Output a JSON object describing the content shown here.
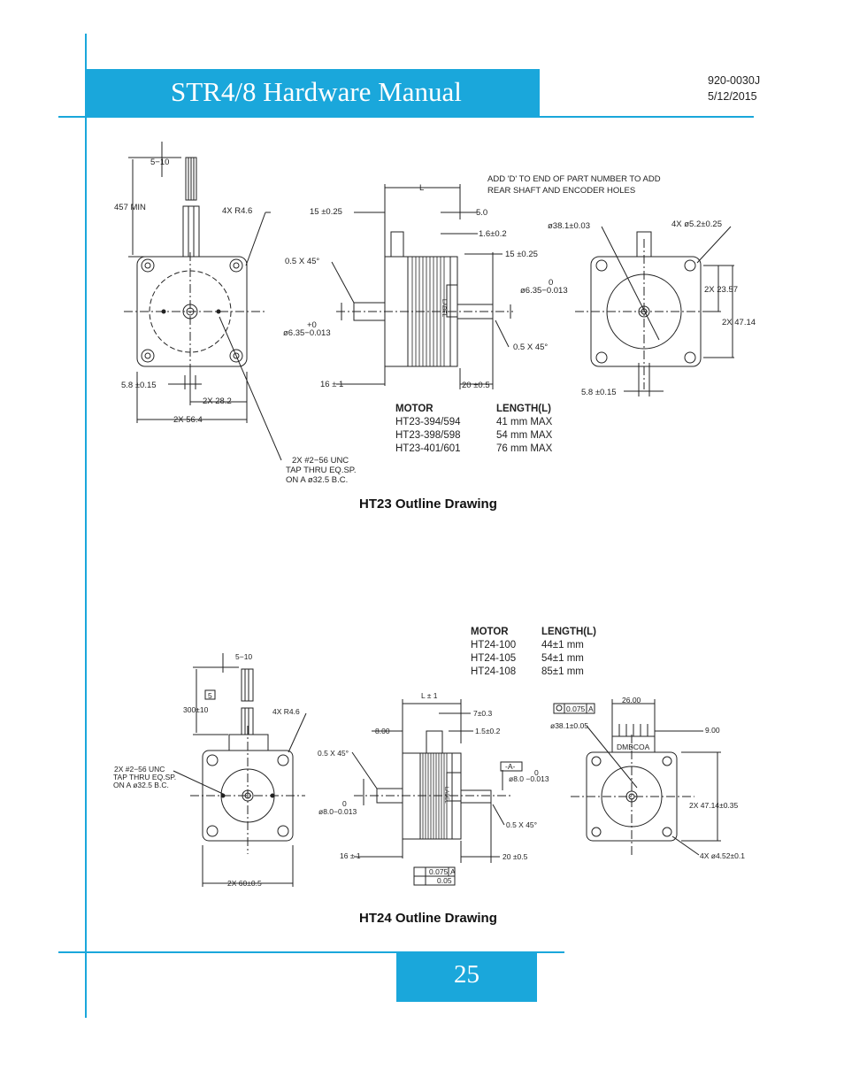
{
  "header": {
    "title": "STR4/8 Hardware Manual",
    "doc_number": "920-0030J",
    "date": "5/12/2015"
  },
  "ht23": {
    "caption": "HT23 Outline Drawing",
    "note_line1": "ADD 'D' TO END OF PART NUMBER TO ADD",
    "note_line2": "REAR SHAFT AND ENCODER HOLES",
    "dims": {
      "lead_5_10": "5−10",
      "lead_457": "457 MIN",
      "radius": "4X R4.6",
      "d_5_8": "5.8 ±0.15",
      "d_28_2": "2X 28.2",
      "d_56_4": "2X 56.4",
      "tap1": "2X #2−56 UNC",
      "tap2": "TAP THRU EQ.SP.",
      "tap3": "ON A ø32.5 B.C.",
      "len_L": "L",
      "d_15_left": "15 ±0.25",
      "d_5_0": "5.0",
      "d_1_6": "1.6±0.2",
      "d_15_right": "15 ±0.25",
      "chamfer_left": "0.5 X 45°",
      "shaft_right_0": "0",
      "shaft_right": "ø6.35−0.013",
      "shaft_left_0": "+0",
      "shaft_left": "ø6.35−0.013",
      "chamfer_right": "0.5 X 45°",
      "d_16": "16 ± 1",
      "d_20": "20 ±0.5",
      "label": "LABEL",
      "pilot": "ø38.1±0.03",
      "holes": "4X ø5.2±0.25",
      "d_23_57": "2X 23.57",
      "d_47_14": "2X 47.14",
      "d_5_8_right": "5.8 ±0.15"
    },
    "table": {
      "col1": "MOTOR",
      "col2": "LENGTH(L)",
      "rows": [
        {
          "motor": "HT23-394/594",
          "length": "41 mm MAX"
        },
        {
          "motor": "HT23-398/598",
          "length": "54 mm MAX"
        },
        {
          "motor": "HT23-401/601",
          "length": "76 mm MAX"
        }
      ]
    }
  },
  "ht24": {
    "caption": "HT24 Outline Drawing",
    "dims": {
      "lead_5_10": "5−10",
      "box5": "5",
      "lead_300": "300±10",
      "radius": "4X R4.6",
      "tap1": "2X #2−56 UNC",
      "tap2": "TAP THRU EQ.SP.",
      "tap3": "ON A ø32.5 B.C.",
      "d_60": "2X 60±0.5",
      "len_L": "L ± 1",
      "d_7": "7±0.3",
      "d_8": "8.00",
      "d_1_5": "1.5±0.2",
      "chamfer_left": "0.5 X 45°",
      "datum_a": "-A-",
      "shaft_right_0": "0",
      "shaft_right": "ø8.0 −0.013",
      "shaft_left_0": "0",
      "shaft_left": "ø8.0−0.013",
      "chamfer_right": "0.5 X 45°",
      "d_16": "16 ± 1",
      "d_20": "20 ±0.5",
      "label": "LABEL",
      "perp_tol": "0.075",
      "perp_ref": "A",
      "flat_tol": "0.05",
      "circ_tol": "0.075",
      "circ_ref": "A",
      "d_26": "26.00",
      "pilot": "ø38.1±0.05",
      "d_9": "9.00",
      "connector": "DMBCOA",
      "d_47": "2X 47.14±0.35",
      "holes": "4X ø4.52±0.1"
    },
    "table": {
      "col1": "MOTOR",
      "col2": "LENGTH(L)",
      "rows": [
        {
          "motor": "HT24-100",
          "length": "44±1 mm"
        },
        {
          "motor": "HT24-105",
          "length": "54±1 mm"
        },
        {
          "motor": "HT24-108",
          "length": "85±1 mm"
        }
      ]
    }
  },
  "footer": {
    "page_number": "25"
  },
  "colors": {
    "accent": "#1aa7db"
  }
}
